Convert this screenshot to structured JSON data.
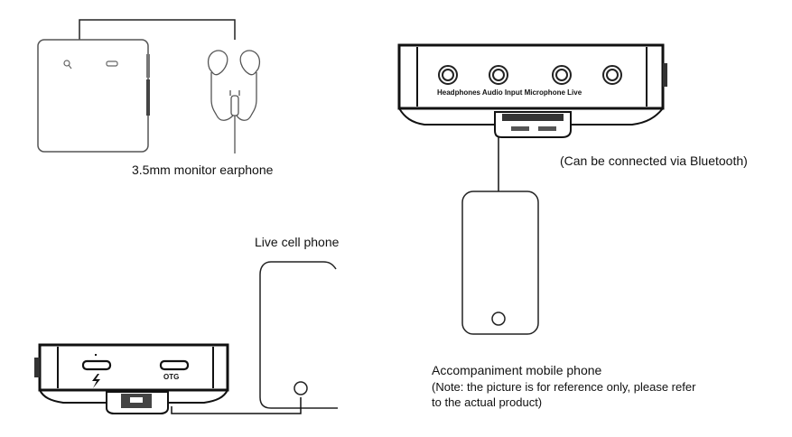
{
  "captions": {
    "monitor_earphone": "3.5mm monitor earphone",
    "bluetooth": "(Can be connected via Bluetooth)",
    "live_cell_phone": "Live cell phone",
    "accompaniment_phone": "Accompaniment mobile phone",
    "note_line1": "(Note: the picture is for reference only, please refer",
    "note_line2": "to the actual product)"
  },
  "top_device": {
    "port_labels": "Headphones Audio Input Microphone Live"
  },
  "bottom_device": {
    "otg_label": "OTG",
    "charge_icon": "lightning-icon"
  }
}
